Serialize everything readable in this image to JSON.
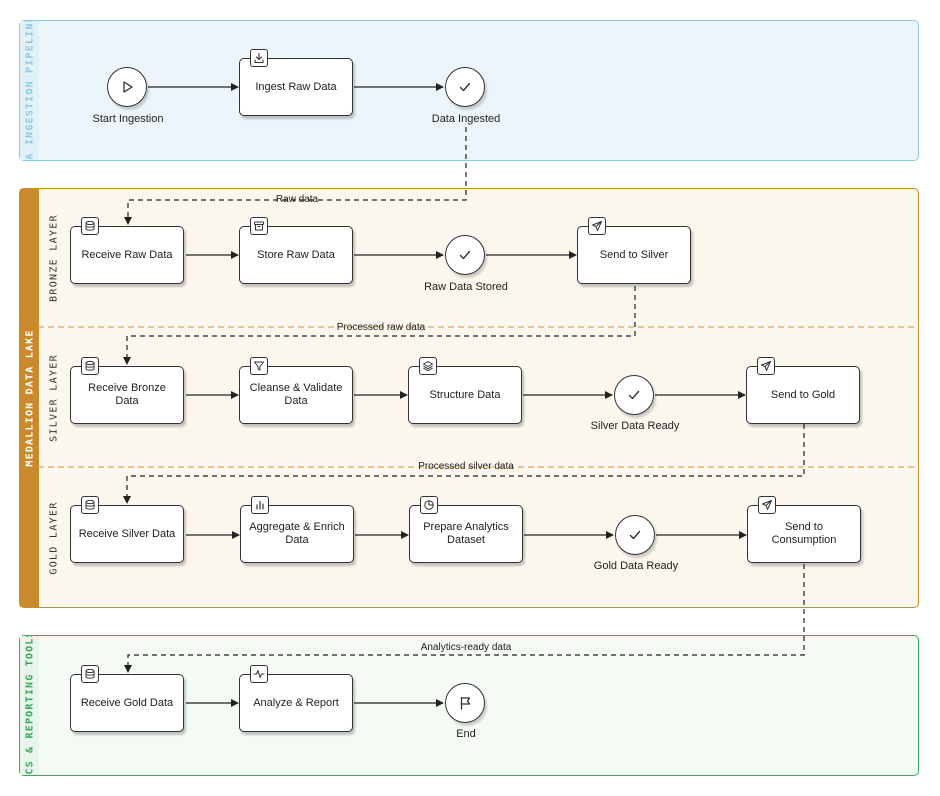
{
  "pools": {
    "ingestion": {
      "label": "TA INGESTION PIPELINE"
    },
    "lake": {
      "label": "MEDALLION DATA LAKE"
    },
    "reporting": {
      "label": "ICS & REPORTING TOOLS"
    }
  },
  "lanes": {
    "bronze": "BRONZE LAYER",
    "silver": "SILVER LAYER",
    "gold": "GOLD LAYER"
  },
  "events": {
    "start": "Start Ingestion",
    "ingested": "Data Ingested",
    "raw_stored": "Raw Data Stored",
    "silver_ready": "Silver Data Ready",
    "gold_ready": "Gold Data Ready",
    "end": "End"
  },
  "tasks": {
    "ingest_raw": "Ingest Raw Data",
    "receive_raw": "Receive Raw Data",
    "store_raw": "Store Raw Data",
    "send_silver": "Send to Silver",
    "receive_bronze": "Receive Bronze Data",
    "cleanse": "Cleanse & Validate Data",
    "structure": "Structure Data",
    "send_gold": "Send to Gold",
    "receive_silver": "Receive Silver Data",
    "aggregate": "Aggregate & Enrich Data",
    "prepare": "Prepare Analytics Dataset",
    "send_consumption": "Send to Consumption",
    "receive_gold": "Receive Gold Data",
    "analyze": "Analyze & Report"
  },
  "message_flows": {
    "raw": "Raw data",
    "processed_raw": "Processed raw data",
    "processed_silver": "Processed silver data",
    "analytics_ready": "Analytics-ready data"
  },
  "icons": {
    "ingest_raw": "download-icon",
    "receive": "database-icon",
    "store_raw": "archive-icon",
    "send": "send-icon",
    "cleanse": "filter-icon",
    "structure": "layers-icon",
    "aggregate": "bar-chart-icon",
    "prepare": "pie-chart-icon",
    "analyze": "activity-icon",
    "start": "play-icon",
    "intermediate": "check-icon",
    "end": "flag-icon"
  },
  "colors": {
    "ingestion_pool": "#8fc9e0",
    "lake_pool": "#c98a2c",
    "reporting_pool": "#3aa85a",
    "lane_divider": "#e0a75a"
  }
}
